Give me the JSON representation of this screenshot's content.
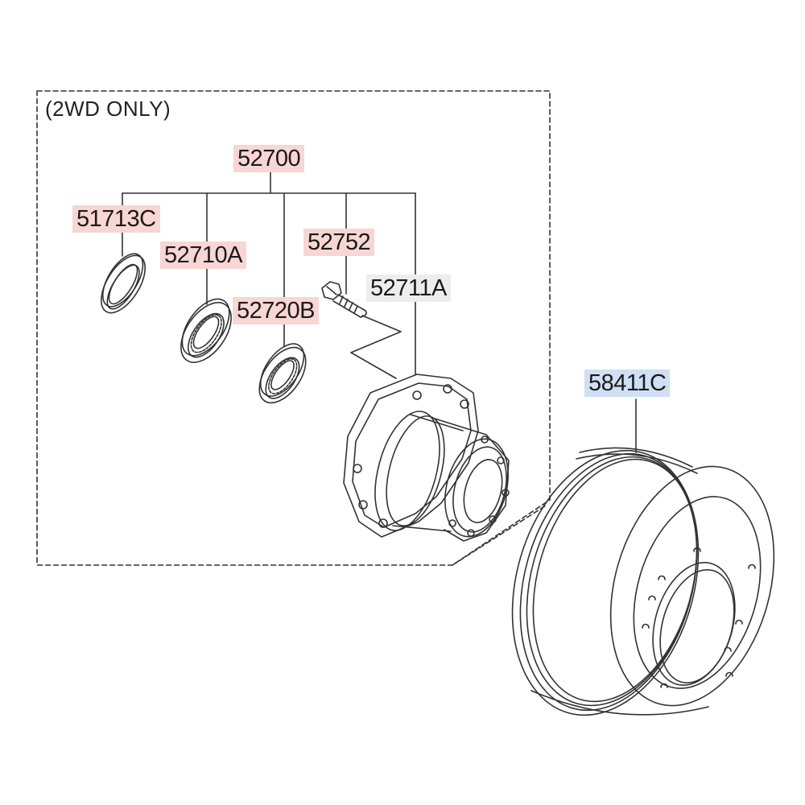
{
  "group_note": "(2WD ONLY)",
  "parts": {
    "hub_assembly": "52700",
    "oil_seal": "51713C",
    "inner_bearing": "52710A",
    "outer_bearing": "52720B",
    "hub_bolt": "52752",
    "hub": "52711A",
    "brake_drum": "58411C"
  },
  "colors": {
    "required_highlight": "#f7d6d4",
    "unavailable_highlight": "#ededed",
    "selected_highlight": "#cfe0f5",
    "line": "#333333"
  }
}
